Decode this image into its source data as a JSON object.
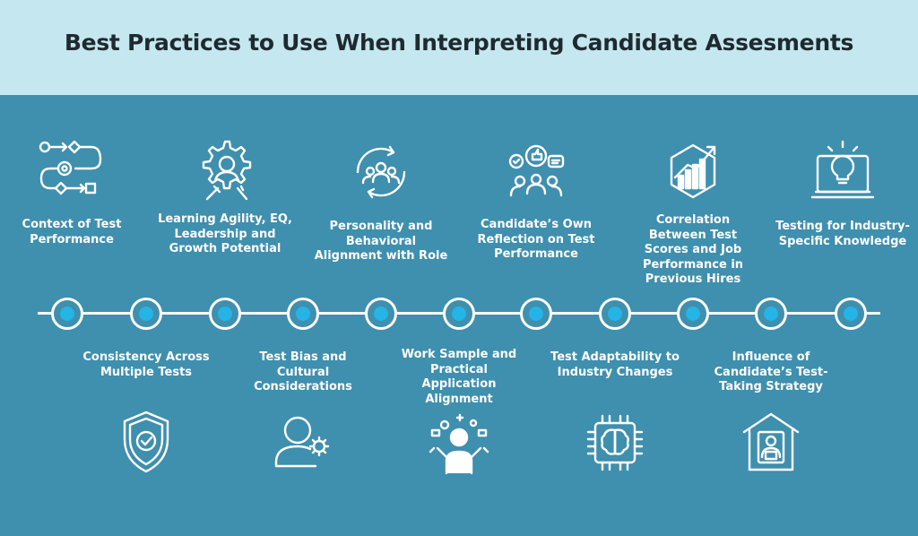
{
  "title": "Best Practices to Use When Interpreting Candidate Assesments",
  "top_items": [
    {
      "label": "Context of Test Performance",
      "icon": "workflow-icon"
    },
    {
      "label": "Learning Agility, EQ, Leadership and Growth Potential",
      "icon": "head-gear-icon"
    },
    {
      "label": "Personality and Behavioral Alignment with Role",
      "icon": "team-cycle-icon"
    },
    {
      "label": "Candidate’s Own Reflection on Test Performance",
      "icon": "feedback-group-icon"
    },
    {
      "label": "Correlation Between Test Scores and Job Performance in Previous Hires",
      "icon": "growth-chart-icon"
    },
    {
      "label": "Testing for Industry-Specific Knowledge",
      "icon": "laptop-idea-icon"
    }
  ],
  "bottom_items": [
    {
      "label": "Consistency Across Multiple Tests",
      "icon": "shield-check-icon"
    },
    {
      "label": "Test Bias and Cultural Considerations",
      "icon": "user-gear-icon"
    },
    {
      "label": "Work Sample and Practical Application Alignment",
      "icon": "multitask-person-icon"
    },
    {
      "label": "Test Adaptability to Industry Changes",
      "icon": "brain-chip-icon"
    },
    {
      "label": "Influence of Candidate’s Test-Taking Strategy",
      "icon": "home-worker-icon"
    }
  ],
  "colors": {
    "header_bg": "#c5e7ef",
    "body_bg": "#3f8fae",
    "node_dot": "#25b4e6",
    "title": "#1f2a30"
  }
}
